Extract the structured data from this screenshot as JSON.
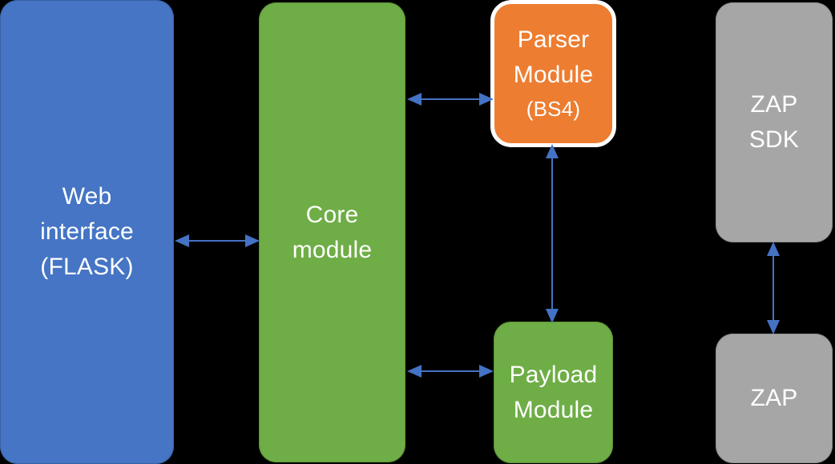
{
  "diagram": {
    "type": "architecture-block-diagram",
    "background_color": "#000000",
    "nodes": [
      {
        "id": "web-interface",
        "label": "Web\ninterface\n(FLASK)",
        "color": "#4575C4",
        "text_color": "#FFFFFF"
      },
      {
        "id": "core-module",
        "label": "Core\nmodule",
        "color": "#6FAD46",
        "text_color": "#FFFFFF"
      },
      {
        "id": "parser-module",
        "label": "Parser\nModule",
        "sublabel": "(BS4)",
        "color": "#ED7D31",
        "border_color": "#FFFFFF",
        "text_color": "#FFFFFF"
      },
      {
        "id": "payload-module",
        "label": "Payload\nModule",
        "color": "#6FAD46",
        "text_color": "#FFFFFF"
      },
      {
        "id": "zap-sdk",
        "label": "ZAP\nSDK",
        "color": "#A6A6A6",
        "text_color": "#FFFFFF"
      },
      {
        "id": "zap",
        "label": "ZAP",
        "color": "#A6A6A6",
        "text_color": "#FFFFFF"
      }
    ],
    "connectors": [
      {
        "id": "web-core",
        "from": "web-interface",
        "to": "core-module",
        "direction": "bidirectional",
        "orientation": "horizontal",
        "color": "#4472C4"
      },
      {
        "id": "core-parser",
        "from": "core-module",
        "to": "parser-module",
        "direction": "bidirectional",
        "orientation": "horizontal",
        "color": "#4472C4"
      },
      {
        "id": "core-payload",
        "from": "core-module",
        "to": "payload-module",
        "direction": "bidirectional",
        "orientation": "horizontal",
        "color": "#4472C4"
      },
      {
        "id": "parser-payload",
        "from": "payload-module",
        "to": "parser-module",
        "direction": "bidirectional",
        "orientation": "vertical",
        "color": "#4472C4"
      },
      {
        "id": "zapsdk-zap",
        "from": "zap-sdk",
        "to": "zap",
        "direction": "bidirectional",
        "orientation": "vertical",
        "color": "#4472C4"
      }
    ]
  }
}
